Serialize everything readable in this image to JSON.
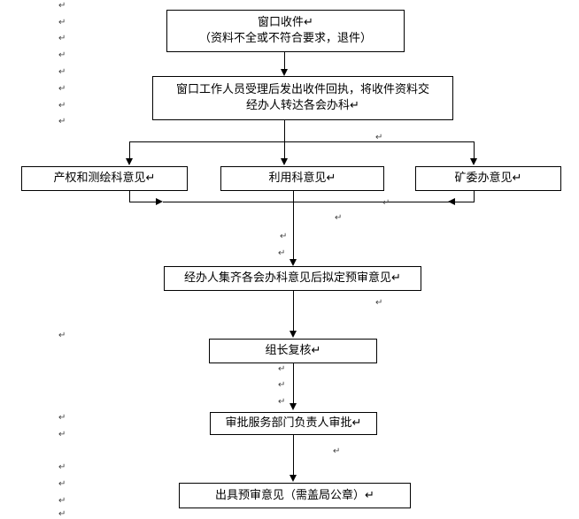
{
  "mark": "↵",
  "boxes": {
    "receive_line1": "窗口收件",
    "receive_line2": "（资料不全或不符合要求，退件）",
    "handle_line1": "窗口工作人员受理后发出收件回执，将收件资料交",
    "handle_line2": "经办人转达各会办科",
    "property": "产权和测绘科意见",
    "utilize": "利用科意见",
    "mining": "矿委办意见",
    "collect": "经办人集齐各会办科意见后拟定预审意见",
    "review": "组长复核",
    "approve": "审批服务部门负责人审批",
    "issue": "出具预审意见（需盖局公章）"
  }
}
